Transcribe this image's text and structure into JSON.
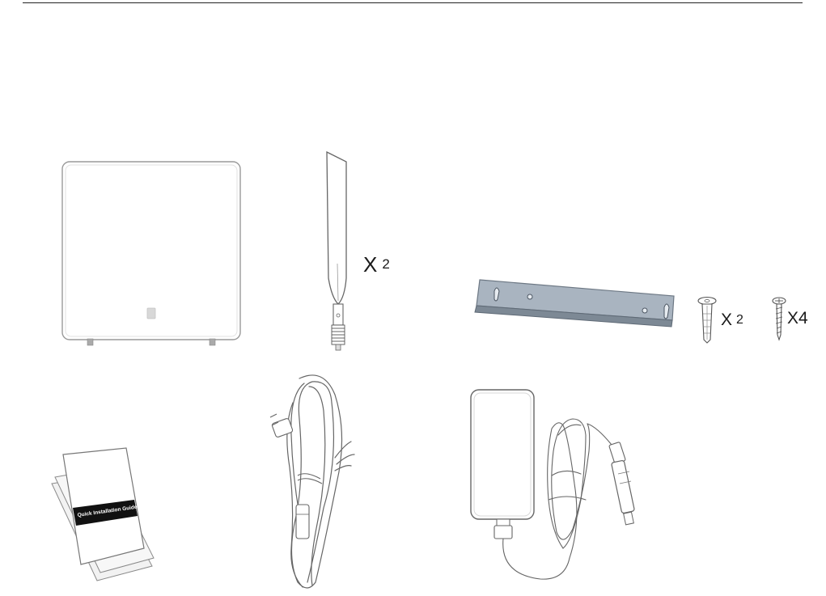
{
  "page": {
    "background": "#ffffff",
    "rule_color": "#222222"
  },
  "items": {
    "router": {
      "icon": "router-icon"
    },
    "antenna": {
      "icon": "antenna-icon",
      "qty_x": "X",
      "qty_n": "2"
    },
    "bracket": {
      "icon": "mounting-bracket-icon",
      "color": "#a9b4c0"
    },
    "anchor": {
      "icon": "wall-anchor-icon",
      "qty_x": "X",
      "qty_n": "2"
    },
    "screw": {
      "icon": "screw-icon",
      "qty": "X4"
    },
    "guide": {
      "icon": "guide-booklet-icon",
      "title": "Quick Installation Guide",
      "band_color": "#111111"
    },
    "cable": {
      "icon": "power-cord-icon"
    },
    "adapter": {
      "icon": "power-adapter-icon"
    }
  }
}
